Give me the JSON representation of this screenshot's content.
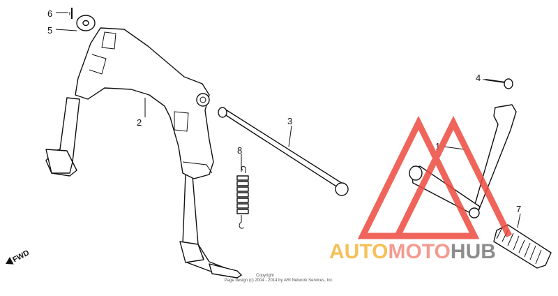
{
  "callouts": {
    "p1": "1",
    "p2": "2",
    "p3": "3",
    "p4": "4",
    "p5": "5",
    "p6": "6",
    "p7": "7",
    "p8": "8"
  },
  "direction_label": "FWD",
  "copyright": {
    "line1": "Copyright",
    "line2": "Page design (c) 2004 - 2014 by ARI Network Services, Inc."
  },
  "watermark": {
    "part1": "AUTO",
    "part2": "MOTO",
    "part3": "HUB",
    "colors": {
      "auto": "#f5b63b",
      "moto": "#f28a7e",
      "hub": "#7a7a7a",
      "triangle": "#ee4b3f"
    }
  }
}
